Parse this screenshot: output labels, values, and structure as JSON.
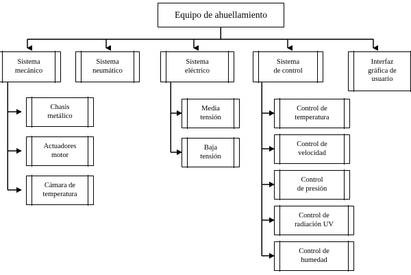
{
  "diagram": {
    "title": "Equipo de ahuellamiento",
    "type": "hierarchy-tree",
    "background_color": "#ffffff",
    "line_color": "#000000",
    "box_fill": "#ffffff",
    "root": {
      "label": "Equipo de ahuellamiento"
    },
    "level1": [
      {
        "label": "Sistema\nmecánico"
      },
      {
        "label": "Sistema\nneumático"
      },
      {
        "label": "Sistema\neléctrico"
      },
      {
        "label": "Sistema\nde control"
      },
      {
        "label": "Interfaz\ngráfica de\nusuario"
      }
    ],
    "mechanical_children": [
      {
        "label": "Chasis\nmetálico"
      },
      {
        "label": "Actuadores\nmotor"
      },
      {
        "label": "Cámara de\ntemperatura"
      }
    ],
    "electrical_children": [
      {
        "label": "Media\ntensión"
      },
      {
        "label": "Baja\ntensión"
      }
    ],
    "control_children": [
      {
        "label": "Control de\ntemperatura"
      },
      {
        "label": "Control de\nvelocidad"
      },
      {
        "label": "Control\nde presión"
      },
      {
        "label": "Control de\nradiación UV"
      },
      {
        "label": "Control de\nhumedad"
      }
    ]
  }
}
